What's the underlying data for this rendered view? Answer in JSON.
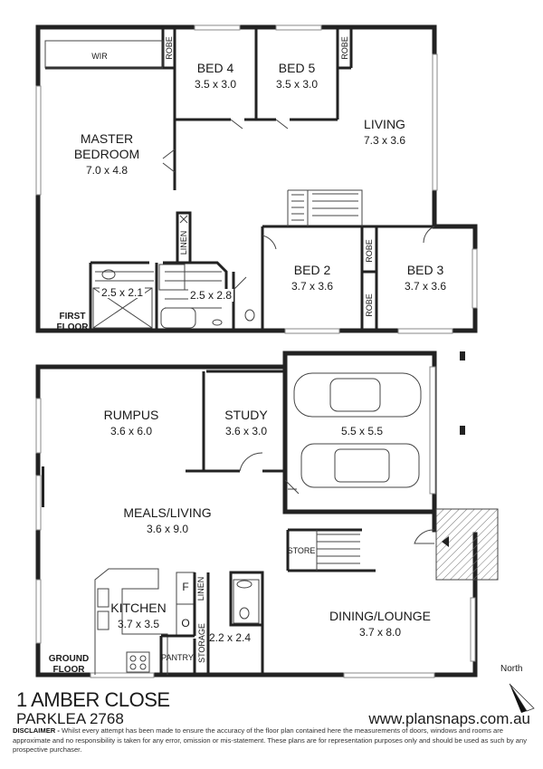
{
  "first_floor": {
    "label_line1": "FIRST",
    "label_line2": "FLOOR",
    "rooms": {
      "wir": "WIR",
      "robe_1": "ROBE",
      "robe_2": "ROBE",
      "robe_3": "ROBE",
      "robe_4": "ROBE",
      "bed4_name": "BED 4",
      "bed4_dim": "3.5 x 3.0",
      "bed5_name": "BED 5",
      "bed5_dim": "3.5 x 3.0",
      "living_name": "LIVING",
      "living_dim": "7.3 x 3.6",
      "master_name_1": "MASTER",
      "master_name_2": "BEDROOM",
      "master_dim": "7.0 x 4.8",
      "linen": "LINEN",
      "ensuite_dim": "2.5 x 2.1",
      "bath_dim": "2.5 x 2.8",
      "bed2_name": "BED 2",
      "bed2_dim": "3.7 x 3.6",
      "bed3_name": "BED 3",
      "bed3_dim": "3.7 x 3.6"
    }
  },
  "ground_floor": {
    "label_line1": "GROUND",
    "label_line2": "FLOOR",
    "rooms": {
      "rumpus_name": "RUMPUS",
      "rumpus_dim": "3.6 x 6.0",
      "study_name": "STUDY",
      "study_dim": "3.6 x 3.0",
      "garage_dim": "5.5 x 5.5",
      "meals_name": "MEALS/LIVING",
      "meals_dim": "3.6 x 9.0",
      "store": "STORE",
      "kitchen_name": "KITCHEN",
      "kitchen_dim": "3.7 x 3.5",
      "fridge": "F",
      "oven": "O",
      "linen": "LINEN",
      "storage": "STORAGE",
      "pantry": "PANTRY",
      "laundry_dim": "2.2 x 2.4",
      "dining_name": "DINING/LOUNGE",
      "dining_dim": "3.7 x 8.0"
    }
  },
  "north_label": "North",
  "address": {
    "street": "1 AMBER CLOSE",
    "suburb": "PARKLEA 2768"
  },
  "website": "www.plansnaps.com.au",
  "disclaimer": {
    "heading": "DISCLAIMER -",
    "text": "Whilst every attempt has been made to ensure the accuracy of the floor plan contained here the measurements of doors, windows and rooms are approximate and no responsibility is taken for any error, omission or mis-statement. These plans are for representation purposes only and should be used as such by any prospective purchaser."
  }
}
